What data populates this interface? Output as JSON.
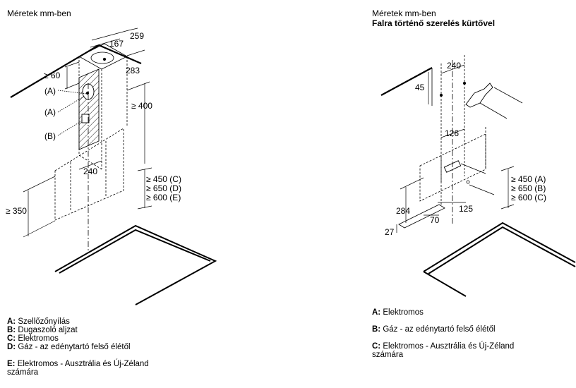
{
  "left": {
    "caption": "Méretek mm-ben",
    "dims": {
      "d259": "259",
      "d167": "167",
      "d283": "283",
      "d60": "≥ 60",
      "d400": "≥ 400",
      "d240": "240",
      "d350": "≥ 350",
      "g1": "≥ 450",
      "g1k": "C",
      "g2": "≥ 650",
      "g2k": "D",
      "g3": "≥ 600",
      "g3k": "E"
    },
    "callouts": {
      "a1": "A",
      "a2": "A",
      "b": "B"
    },
    "legend": [
      {
        "key": "A:",
        "text": "Szellőzőnyílás"
      },
      {
        "key": "B:",
        "text": "Dugaszoló aljzat"
      },
      {
        "key": "C:",
        "text": "Elektromos"
      },
      {
        "key": "D:",
        "text": "Gáz - az edénytartó felső élétől"
      },
      {
        "key": "E:",
        "text": "Elektromos - Ausztrália és Új-Zéland számára"
      }
    ]
  },
  "right": {
    "caption": "Méretek mm-ben",
    "subtitle": "Falra történő szerelés kürtővel",
    "dims": {
      "d240": "240",
      "d45": "45",
      "d126": "126",
      "d284": "284",
      "d125": "125",
      "d70": "70",
      "d27": "27",
      "g1": "≥ 450",
      "g1k": "A",
      "g2": "≥ 650",
      "g2k": "B",
      "g3": "≥ 600",
      "g3k": "C"
    },
    "legend": [
      {
        "key": "A:",
        "text": "Elektromos"
      },
      {
        "key": "B:",
        "text": "Gáz - az edénytartó felső élétől"
      },
      {
        "key": "C:",
        "text": "Elektromos - Ausztrália és Új-Zéland számára"
      }
    ]
  }
}
